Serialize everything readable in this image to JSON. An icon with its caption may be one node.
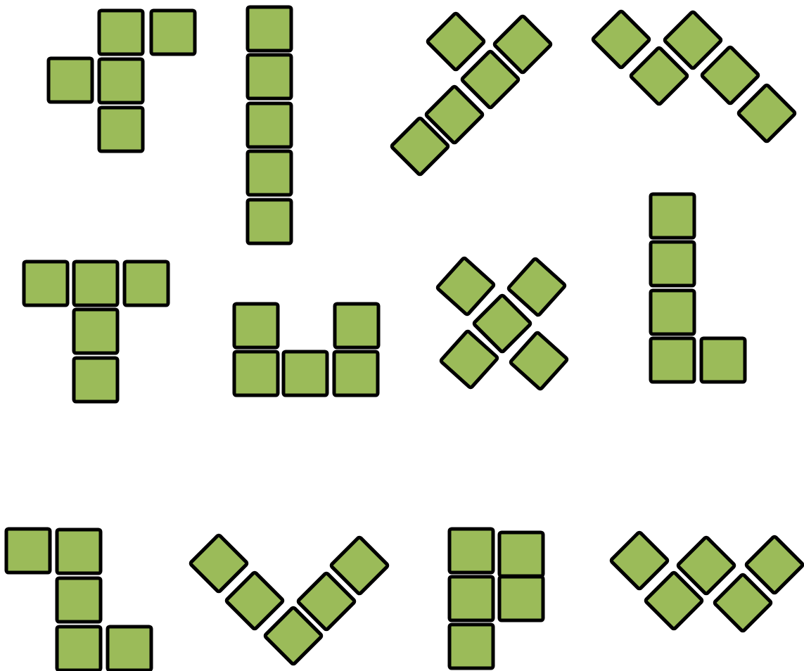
{
  "diagram": {
    "nodes": [
      {
        "text": [],
        "shape": "box"
      },
      {
        "text": [],
        "shape": "box"
      },
      {
        "text": [],
        "shape": "box"
      },
      {
        "text": [],
        "shape": "box"
      },
      {
        "text": [],
        "shape": "box"
      },
      {
        "text": [],
        "shape": "box"
      },
      {
        "text": [],
        "shape": "box"
      },
      {
        "text": [],
        "shape": "box"
      },
      {
        "text": [],
        "shape": "box"
      },
      {
        "text": [],
        "shape": "box"
      },
      {
        "text": [],
        "shape": "box"
      },
      {
        "text": [],
        "shape": "box"
      },
      {
        "text": [],
        "shape": "box"
      },
      {
        "text": [],
        "shape": "box"
      },
      {
        "text": [],
        "shape": "box"
      },
      {
        "text": [],
        "shape": "box"
      },
      {
        "text": [],
        "shape": "box"
      },
      {
        "text": [],
        "shape": "box"
      },
      {
        "text": [],
        "shape": "box"
      },
      {
        "text": [],
        "shape": "box"
      },
      {
        "text": [],
        "shape": "box"
      },
      {
        "text": [],
        "shape": "box"
      },
      {
        "text": [],
        "shape": "box"
      },
      {
        "text": [],
        "shape": "box"
      },
      {
        "text": [],
        "shape": "box"
      },
      {
        "text": [],
        "shape": "box"
      },
      {
        "text": [],
        "shape": "box"
      },
      {
        "text": [],
        "shape": "box"
      },
      {
        "text": [],
        "shape": "box"
      },
      {
        "text": [],
        "shape": "box"
      },
      {
        "text": [],
        "shape": "box"
      },
      {
        "text": [],
        "shape": "box"
      },
      {
        "text": [],
        "shape": "box"
      },
      {
        "text": [],
        "shape": "box"
      },
      {
        "text": [],
        "shape": "box"
      },
      {
        "text": [],
        "shape": "box"
      },
      {
        "text": [],
        "shape": "box"
      },
      {
        "text": [],
        "shape": "box"
      },
      {
        "text": [],
        "shape": "box"
      },
      {
        "text": [],
        "shape": "box"
      },
      {
        "text": [],
        "shape": "box"
      },
      {
        "text": [],
        "shape": "box"
      },
      {
        "text": [],
        "shape": "box"
      },
      {
        "text": [],
        "shape": "box"
      },
      {
        "text": [],
        "shape": "box"
      },
      {
        "text": [],
        "shape": "box"
      },
      {
        "text": [],
        "shape": "box"
      },
      {
        "text": [],
        "shape": "box"
      },
      {
        "text": [],
        "shape": "box"
      },
      {
        "text": [],
        "shape": "box"
      },
      {
        "text": [],
        "shape": "box"
      },
      {
        "text": [],
        "shape": "box"
      },
      {
        "text": [],
        "shape": "box"
      },
      {
        "text": [],
        "shape": "box"
      },
      {
        "text": [],
        "shape": "box"
      },
      {
        "text": [],
        "shape": "box"
      },
      {
        "text": [],
        "shape": "box"
      },
      {
        "text": [],
        "shape": "box"
      },
      {
        "text": [],
        "shape": "box"
      },
      {
        "text": [],
        "shape": "box"
      }
    ]
  }
}
